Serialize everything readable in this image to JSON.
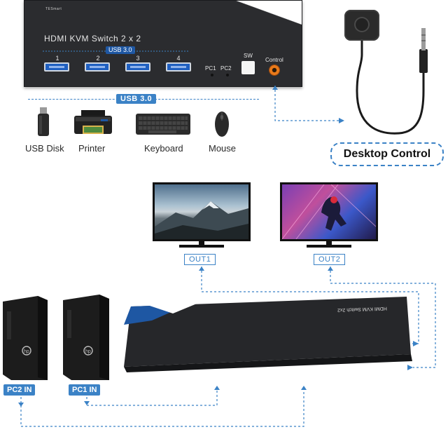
{
  "kvm_front": {
    "brand": "TESmart",
    "title": "HDMI KVM Switch 2 x 2",
    "usb_label": "USB 3.0",
    "ports": [
      "1",
      "2",
      "3",
      "4"
    ],
    "pc1": "PC1",
    "pc2": "PC2",
    "sw": "SW",
    "control": "Control"
  },
  "peripherals": {
    "usb_label": "USB 3.0",
    "devices": [
      "USB Disk",
      "Printer",
      "Keyboard",
      "Mouse"
    ]
  },
  "desktop_control": {
    "label": "Desktop Control"
  },
  "outputs": [
    "OUT1",
    "OUT2"
  ],
  "kvm_rear": {
    "title": "HDMI KVM Switch 2x2"
  },
  "computers": [
    "PC2 IN",
    "PC1 IN"
  ],
  "colors": {
    "accent": "#3b82c6",
    "device_dark": "#2b2c2f",
    "brand_blue": "#1e57a3",
    "jack_orange": "#e97a1a"
  },
  "icons": [
    "usb-disk-icon",
    "printer-icon",
    "keyboard-icon",
    "mouse-icon",
    "desktop-remote-icon",
    "audio-cable-icon",
    "monitor-icon",
    "pc-tower-icon",
    "hp-logo-icon"
  ]
}
